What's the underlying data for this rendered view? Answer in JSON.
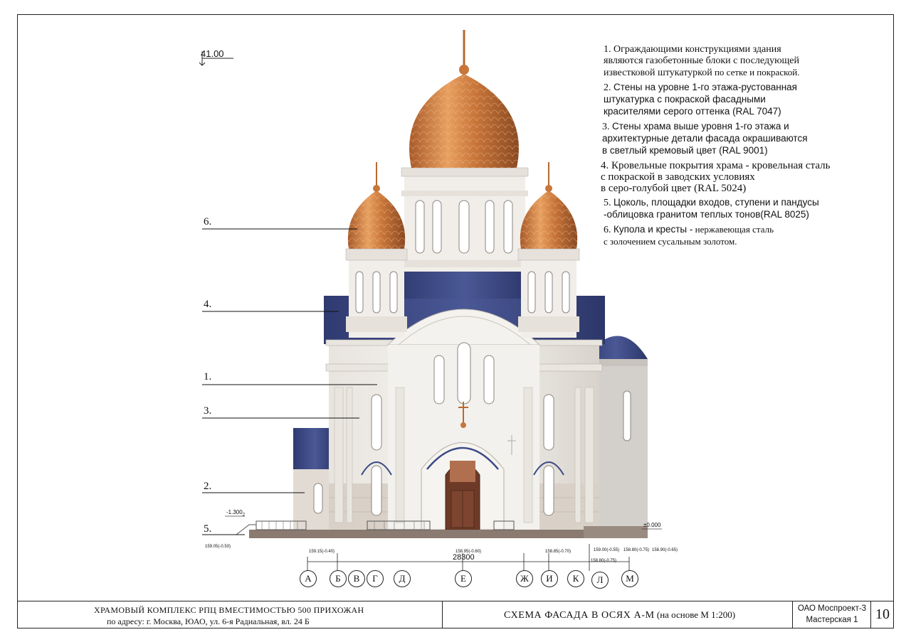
{
  "elevation_mark": "41.00",
  "leaders": [
    "6.",
    "4.",
    "1.",
    "3.",
    "2.",
    "5."
  ],
  "notes": [
    {
      "num": "1.",
      "text": "Ограждающими конструкциями здания\n   являются газобетонные блоки с последующей\n   известковой штукатуркой",
      "small": " по сетке и покраской."
    },
    {
      "num": "2.",
      "text": "Стены на уровне 1-го этажа-рустованная\n   штукатурка  с покраской фасадными\n   красителями  серого оттенка (RAL 7047)",
      "small": ""
    },
    {
      "num": "3.",
      "text": "Стены  храма выше уровня 1-го этажа и\n   архитектурные детали фасада  окрашиваются\n   в светлый кремовый цвет (RAL 9001)",
      "small": ""
    },
    {
      "num": "4.",
      "text": "Кровельные покрытия храма  -  кровельная сталь\n   с покраской в заводских условиях\n   в серо-голубой цвет (RAL 5024)",
      "small": ""
    },
    {
      "num": "5.",
      "text": "Цоколь, площадки входов, ступени и пандусы\n   -облицовка  гранитом теплых тонов(RAL 8025)",
      "small": ""
    },
    {
      "num": "6.",
      "text": "Купола и кресты  -",
      "small": " нержавеющая сталь\n   с золочением сусальным золотом."
    }
  ],
  "axes": [
    "А",
    "Б",
    "В",
    "Г",
    "Д",
    "Е",
    "Ж",
    "И",
    "К",
    "Л",
    "М"
  ],
  "dimension_total": "28300",
  "small_marks": {
    "level_zero": "±0.000",
    "level_left": "-1.300",
    "level_left_tag": "2",
    "m1": "159.05(-0.50)",
    "m2": "159.15(-0.40)",
    "m3": "158.95(-0.60)",
    "m4": "158.85(-0.70)",
    "m5": "159.00(-0.55)",
    "m6": "158.80(-0.75)",
    "m7": "158.90(-0.65)",
    "m8": "158.80(-0.75)"
  },
  "title_block": {
    "project_title": "ХРАМОВЫЙ  КОМПЛЕКС  РПЦ  ВМЕСТИМОСТЬЮ 500 ПРИХОЖАН",
    "address": "по адресу:   г. Москва, ЮАО, ул. 6-я Радиальная, вл. 24 Б",
    "sheet_title": "СХЕМА  ФАСАДА  В  ОСЯХ  А-М",
    "sheet_title_note": " (на основе М 1:200)",
    "org_line1": "ОАО Моспроект-3",
    "org_line2": "Мастерская 1",
    "sheet_number": "10"
  },
  "colors": {
    "dome_gold": "#c8763a",
    "roof_blue": "#3c4a86",
    "wall_cream": "#f2efe9",
    "plinth_grey": "#cfc7bf",
    "granite": "#8a7a70"
  }
}
